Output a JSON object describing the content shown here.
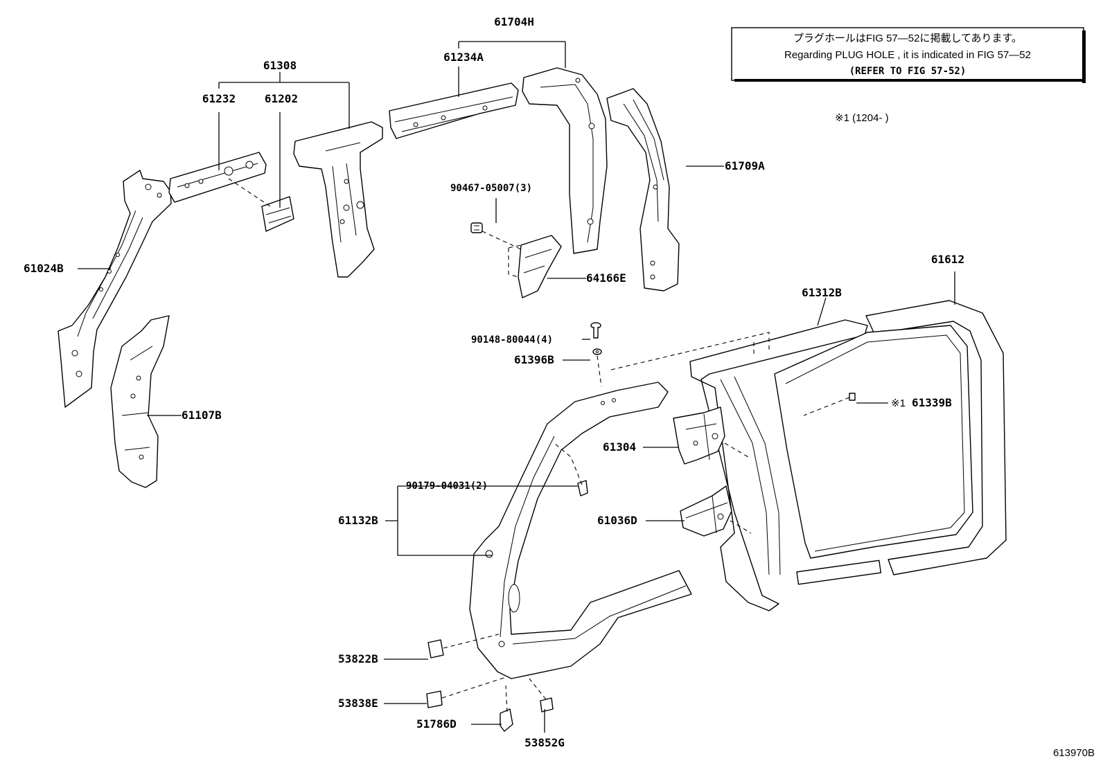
{
  "note": {
    "line1": "プラグホールはFIG 57—52に掲載してあります。",
    "line2": "Regarding  PLUG  HOLE , it is indicated in FIG  57—52",
    "line3": "(REFER TO FIG 57-52)"
  },
  "applicability": "※1 (1204-        )",
  "figure_id": "613970B",
  "labels": {
    "p61704H": "61704H",
    "p61234A": "61234A",
    "p61308": "61308",
    "p61232": "61232",
    "p61202": "61202",
    "p61709A": "61709A",
    "p9046705007": "90467-05007(3)",
    "p61024B": "61024B",
    "p64166E": "64166E",
    "p61612": "61612",
    "p61312B": "61312B",
    "p9014880044": "90148-80044(4)",
    "p61396B": "61396B",
    "p61339B": "61339B",
    "p61339B_mark": "※1",
    "p61107B": "61107B",
    "p61304": "61304",
    "p9017904031": "90179-04031(2)",
    "p61132B": "61132B",
    "p61036D": "61036D",
    "p53822B": "53822B",
    "p53838E": "53838E",
    "p51786D": "51786D",
    "p53852G": "53852G"
  }
}
